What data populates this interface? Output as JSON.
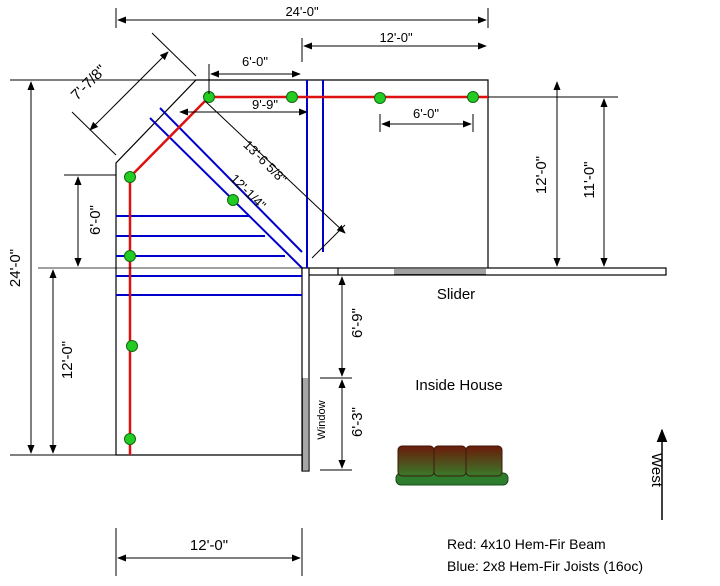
{
  "dimensions": {
    "top_total": "24'-0\"",
    "top_right": "12'-0\"",
    "top_6ft": "6'-0\"",
    "diag_7": "7'-7/8\"",
    "inner_9_9": "9'-9\"",
    "right_6ft": "6'-0\"",
    "diag_13": "13'-6 5/8\"",
    "diag_12": "12'-1/4\"",
    "left_24": "24'-0\"",
    "left_6": "6'-0\"",
    "left_12": "12'-0\"",
    "right_12": "12'-0\"",
    "right_11": "11'-0\"",
    "mid_6_9": "6'-9\"",
    "mid_6_3": "6'-3\"",
    "bottom_12": "12'-0\""
  },
  "labels": {
    "slider": "Slider",
    "inside_house": "Inside House",
    "window": "Window",
    "west": "West"
  },
  "legend": {
    "red": "Red: 4x10 Hem-Fir Beam",
    "blue": "Blue: 2x8 Hem-Fir Joists (16oc)"
  },
  "colors": {
    "beam": "#dd1111",
    "joist": "#0000cc",
    "post": "#22cc22",
    "outline": "#000000"
  }
}
